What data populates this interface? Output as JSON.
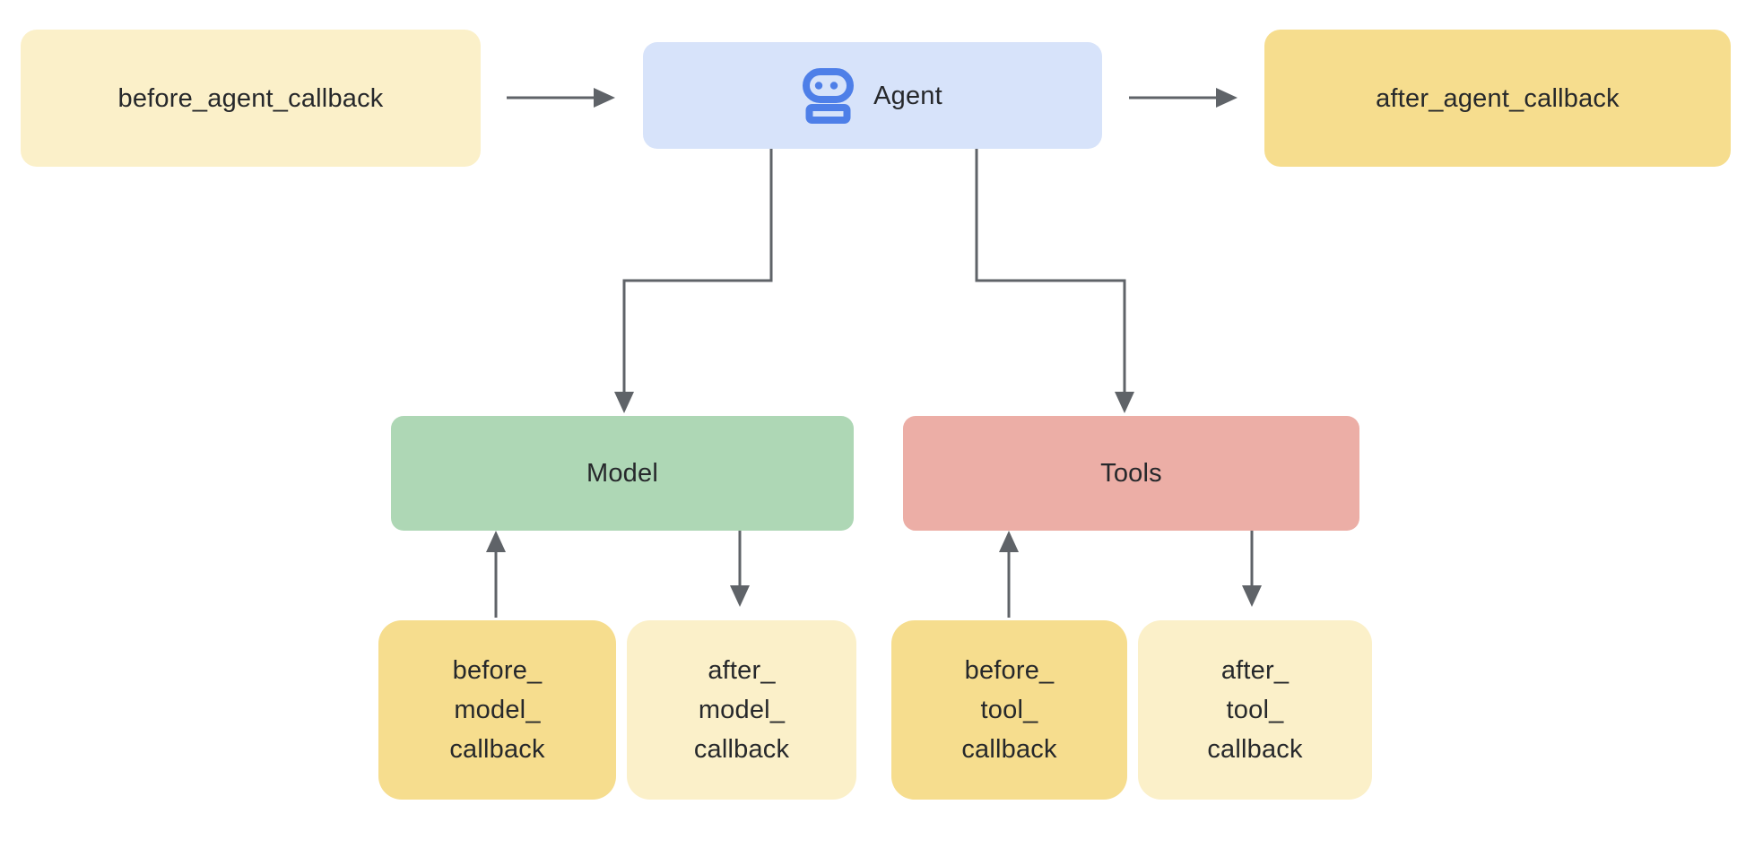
{
  "canvas": {
    "background": "#ffffff",
    "connector_color": "#5f6368",
    "text_color": "#26282b"
  },
  "nodes": {
    "before_agent": {
      "label": "before_agent_callback",
      "color": "#fbf0c9"
    },
    "agent": {
      "label": "Agent",
      "color": "#d7e3fa",
      "icon": "robot-icon",
      "icon_color": "#4e7fe8"
    },
    "after_agent": {
      "label": "after_agent_callback",
      "color": "#f6dd8e"
    },
    "model": {
      "label": "Model",
      "color": "#aed7b5"
    },
    "tools": {
      "label": "Tools",
      "color": "#ecaea6"
    },
    "before_model": {
      "label": "before_\nmodel_\ncallback",
      "color": "#f6dd8e"
    },
    "after_model": {
      "label": "after_\nmodel_\ncallback",
      "color": "#fbf0c9"
    },
    "before_tool": {
      "label": "before_\ntool_\ncallback",
      "color": "#f6dd8e"
    },
    "after_tool": {
      "label": "after_\ntool_\ncallback",
      "color": "#fbf0c9"
    }
  },
  "edges": [
    {
      "from": "before_agent",
      "to": "agent"
    },
    {
      "from": "agent",
      "to": "after_agent"
    },
    {
      "from": "agent",
      "to": "model"
    },
    {
      "from": "agent",
      "to": "tools"
    },
    {
      "from": "before_model",
      "to": "model"
    },
    {
      "from": "model",
      "to": "after_model"
    },
    {
      "from": "before_tool",
      "to": "tools"
    },
    {
      "from": "tools",
      "to": "after_tool"
    }
  ]
}
